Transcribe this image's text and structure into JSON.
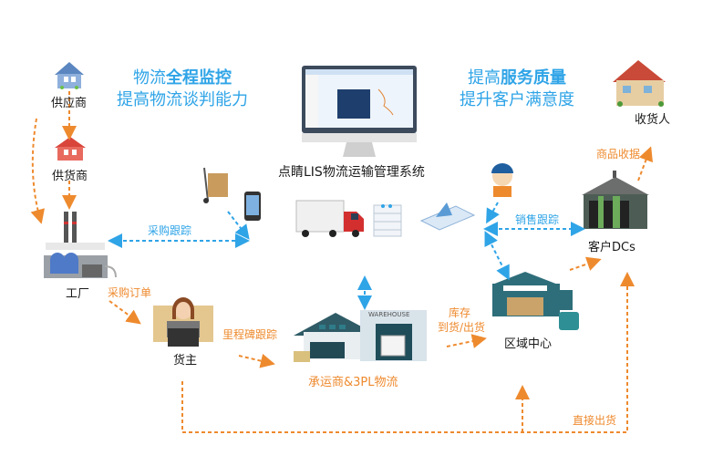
{
  "slogans": {
    "left": {
      "line1_normal": "物流",
      "line1_bold": "全程监控",
      "line2": "提高物流谈判能力"
    },
    "right": {
      "line1_normal": "提高",
      "line1_bold": "服务质量",
      "line2": "提升客户满意度"
    }
  },
  "system": {
    "title": "点睛LIS物流运输管理系统"
  },
  "nodes": {
    "supplier": "供应商",
    "vendor": "供货商",
    "factory": "工厂",
    "shipper": "货主",
    "carrier": "承运商&3PL物流",
    "warehouse_sign": "WAREHOUSE",
    "regional_center": "区域中心",
    "customer_dcs": "客户DCs",
    "consignee": "收货人"
  },
  "flows": {
    "purchase_tracking": "采购跟踪",
    "purchase_order": "采购订单",
    "milestone_tracking": "里程碑跟踪",
    "inventory_line1": "库存",
    "inventory_line2": "到货/出货",
    "sales_tracking": "销售跟踪",
    "receipt": "商品收据",
    "direct_shipping": "直接出货"
  },
  "colors": {
    "accent_blue": "#2fa4e7",
    "accent_orange": "#ee8a2e",
    "teal": "#2e6e7a"
  }
}
